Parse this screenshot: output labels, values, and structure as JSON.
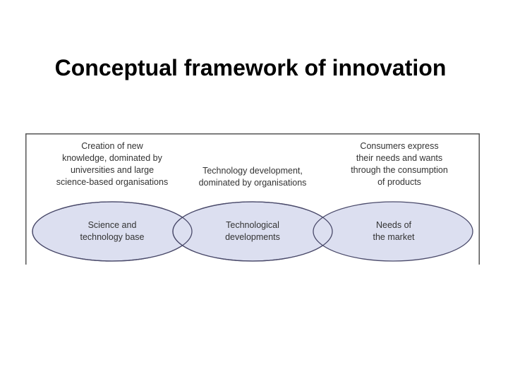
{
  "title": "Conceptual framework of innovation",
  "diagram": {
    "colors": {
      "ellipse_fill": "#dcdff0",
      "ellipse_stroke": "#4a4a6a",
      "frame_stroke": "#555555",
      "text": "#333333"
    },
    "captions": {
      "left": "Creation of new\nknowledge, dominated by\nuniversities and large\nscience-based organisations",
      "middle": "Technology development,\ndominated by organisations",
      "right": "Consumers express\ntheir needs and wants\nthrough the consumption\nof products"
    },
    "nodes": {
      "left": "Science and\ntechnology base",
      "middle": "Technological\ndevelopments",
      "right": "Needs of\nthe market"
    }
  }
}
